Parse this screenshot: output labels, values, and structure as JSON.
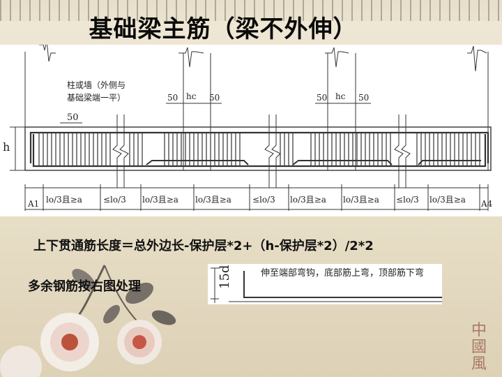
{
  "title": "基础梁主筋（梁不外伸）",
  "diagram": {
    "note_line1": "柱或墙（外侧与",
    "note_line2": "基础梁端一平）",
    "dim_50": "50",
    "dim_hc": "hc",
    "h_label": "h",
    "axis_a1": "A1",
    "axis_a4": "A4",
    "span_labels": [
      "lo/3且≥a",
      "≤lo/3",
      "lo/3且≥a",
      "lo/3且≥a",
      "≤lo/3",
      "lo/3且≥a",
      "lo/3且≥a",
      "≤lo/3",
      "lo/3且≥a"
    ]
  },
  "formula": "上下贯通筋长度＝总外边长-保护层*2+（h-保护层*2）/2*2",
  "note": "多余钢筋按右图处理",
  "bend": {
    "dim_label": "15d",
    "text": "伸至端部弯钩，底部筋上弯，顶部筋下弯"
  }
}
